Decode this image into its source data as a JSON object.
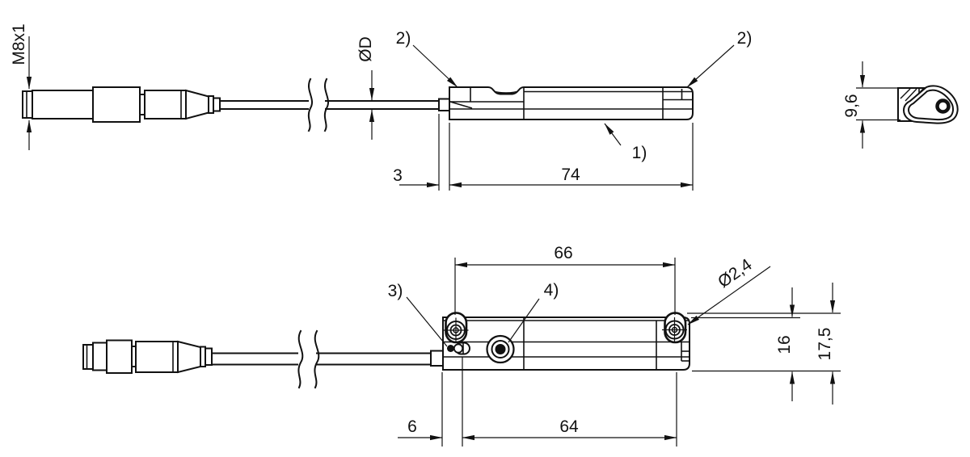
{
  "drawing": {
    "labels": {
      "m8_thread": "M8x1",
      "cable_diameter": "ØD",
      "callout_2_left": "2)",
      "callout_2_right": "2)",
      "callout_1": "1)",
      "callout_3": "3)",
      "callout_4": "4)",
      "hole_diameter": "Ø2,4"
    },
    "dimensions": {
      "front_offset": "3",
      "housing_length": "74",
      "housing_height": "9,6",
      "hole_spacing": "66",
      "housing_width": "16",
      "overall_width": "17,5",
      "bottom_offset": "6",
      "mounting_length": "64"
    }
  }
}
